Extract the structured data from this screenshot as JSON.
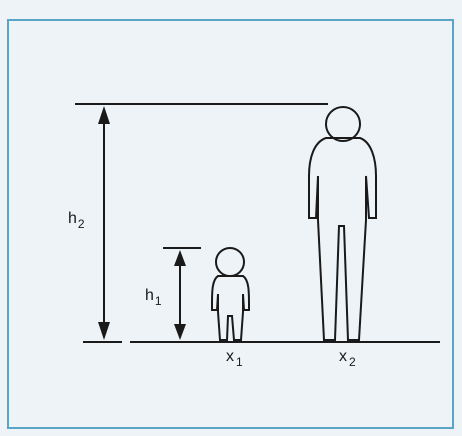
{
  "labels": {
    "h2_main": "h",
    "h2_sub": "2",
    "h1_main": "h",
    "h1_sub": "1",
    "x1_main": "x",
    "x1_sub": "1",
    "x2_main": "x",
    "x2_sub": "2"
  },
  "colors": {
    "frame": "#5aa4c8",
    "ink": "#1a1a1a",
    "background": "#edf3f7"
  }
}
